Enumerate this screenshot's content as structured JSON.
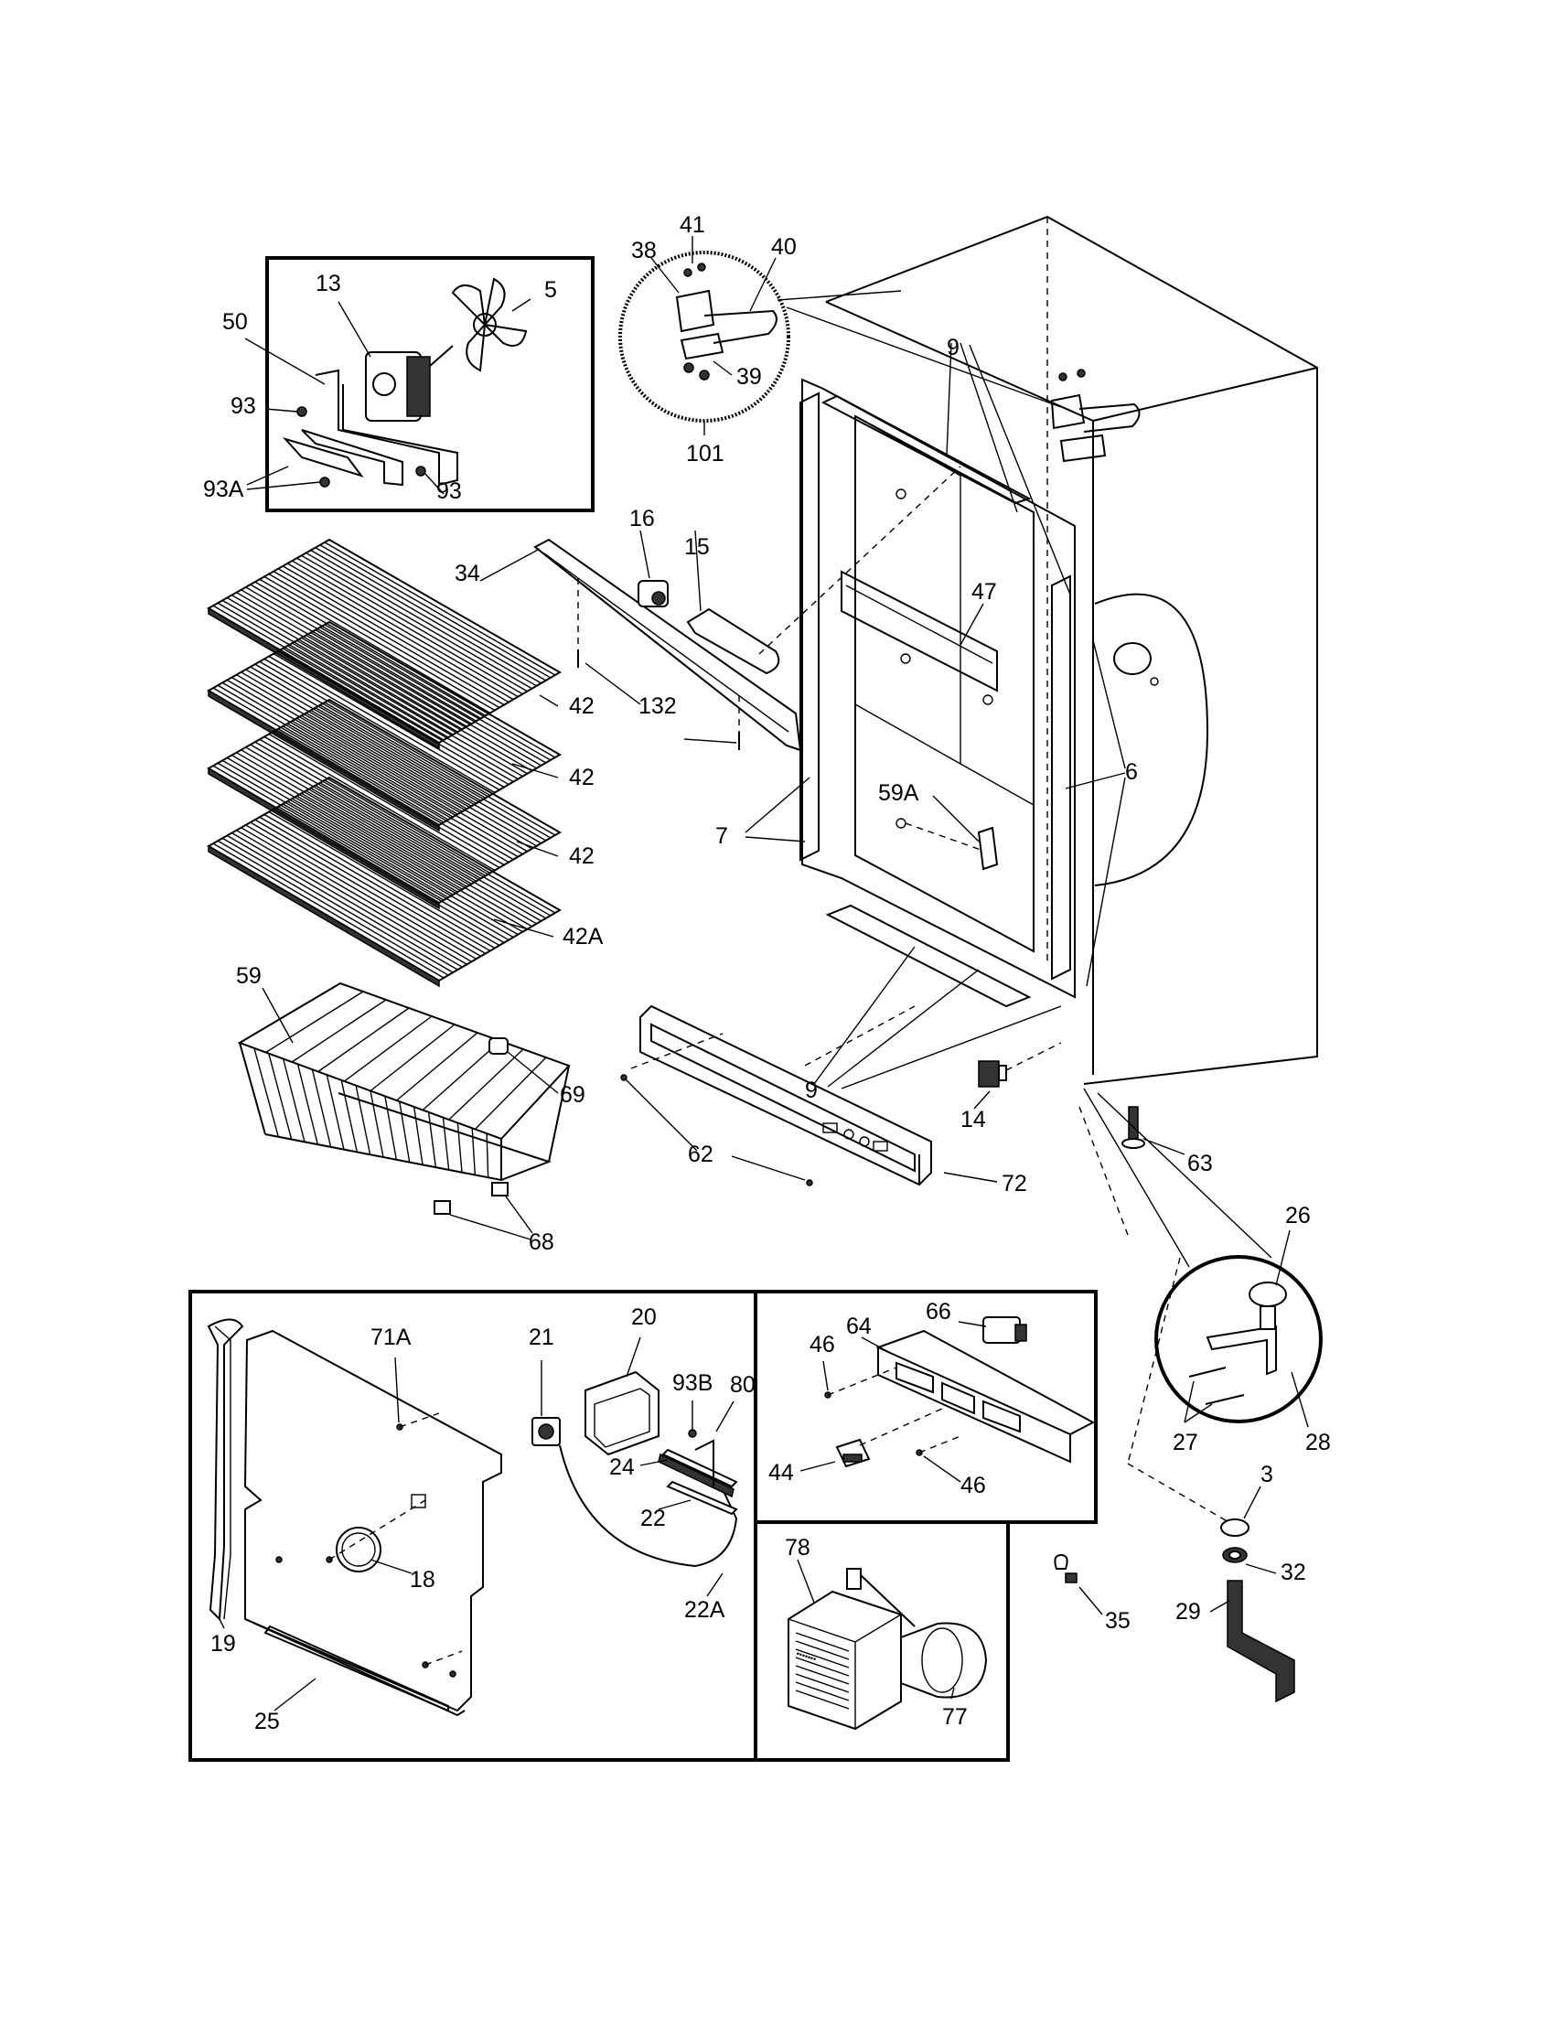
{
  "callouts": {
    "c5": "5",
    "c13": "13",
    "c50": "50",
    "c93a": "93",
    "c93b": "93",
    "c93A": "93A",
    "c41": "41",
    "c38": "38",
    "c40": "40",
    "c39": "39",
    "c101": "101",
    "c9a": "9",
    "c9b": "9",
    "c16": "16",
    "c15": "15",
    "c34": "34",
    "c47": "47",
    "c132": "132",
    "c42a": "42",
    "c42b": "42",
    "c42c": "42",
    "c42A": "42A",
    "c6": "6",
    "c59A": "59A",
    "c7": "7",
    "c59": "59",
    "c69": "69",
    "c68": "68",
    "c62": "62",
    "c72": "72",
    "c14": "14",
    "c63": "63",
    "c26": "26",
    "c27": "27",
    "c28": "28",
    "c71A": "71A",
    "c21": "21",
    "c20": "20",
    "c93B": "93B",
    "c80": "80",
    "c24": "24",
    "c22": "22",
    "c22A": "22A",
    "c18": "18",
    "c19": "19",
    "c25": "25",
    "c46a": "46",
    "c64": "64",
    "c66": "66",
    "c44": "44",
    "c46b": "46",
    "c78": "78",
    "c77": "77",
    "c3": "3",
    "c32": "32",
    "c29": "29",
    "c35": "35"
  }
}
